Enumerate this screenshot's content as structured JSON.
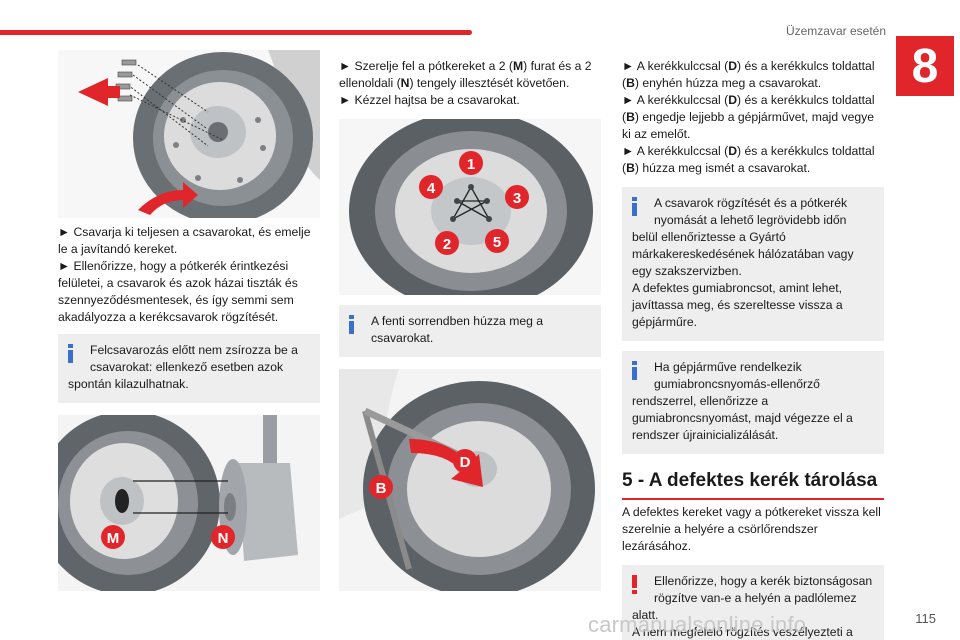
{
  "header": {
    "title": "Üzemzavar esetén",
    "chapter": "8"
  },
  "col1": {
    "p1": "► Csavarja ki teljesen a csavarokat, és emelje le a javítandó kereket.",
    "p2": "► Ellenőrizze, hogy a pótkerék érintkezési felületei, a csavarok és azok házai tiszták és szennyeződésmentesek, és így semmi sem akadályozza a kerékcsavarok rögzítését.",
    "note_first": "Felcsavarozás előtt nem zsírozza be a",
    "note_rest": "csavarokat: ellenkező esetben azok spontán kilazulhatnak.",
    "fig2_labels": [
      "M",
      "N"
    ]
  },
  "col2": {
    "p1_a": "► Szerelje fel a pótkereket a 2 (",
    "p1_b": "M",
    "p1_c": ") furat és a 2 ellenoldali (",
    "p1_d": "N",
    "p1_e": ") tengely illesztését követően.",
    "p2": "► Kézzel hajtsa be a csavarokat.",
    "fig1_labels": [
      "1",
      "2",
      "3",
      "4",
      "5"
    ],
    "note_first": "A fenti sorrendben húzza meg a",
    "note_rest": "csavarokat.",
    "fig2_labels": [
      "B",
      "D"
    ]
  },
  "col3": {
    "s1_a": "► A kerékkulccsal (",
    "s1_b": "D",
    "s1_c": ") és a kerékkulcs toldattal (",
    "s1_d": "B",
    "s1_e": ") enyhén húzza meg a csavarokat.",
    "s2_a": "► A kerékkulccsal (",
    "s2_b": "D",
    "s2_c": ") és a kerékkulcs toldattal (",
    "s2_d": "B",
    "s2_e": ") engedje lejjebb a gépjárművet, majd vegye ki az emelőt.",
    "s3_a": "► A kerékkulccsal (",
    "s3_b": "D",
    "s3_c": ") és a kerékkulcs toldattal (",
    "s3_d": "B",
    "s3_e": ") húzza meg ismét a csavarokat.",
    "note1_first": "A csavarok rögzítését és a pótkerék",
    "note1_rest": "nyomását a lehető legrövidebb időn belül ellenőriztesse a Gyártó márkakereskedésének hálózatában vagy egy szakszervizben.",
    "note1_p2": "A defektes gumiabroncsot, amint lehet, javíttassa meg, és szereltesse vissza a gépjárműre.",
    "note2_first": "Ha gépjárműve rendelkezik",
    "note2_rest": "gumiabroncsnyomás-ellenőrző rendszerrel, ellenőrizze a gumiabroncsnyomást, majd végezze el a rendszer újrainicializálását.",
    "heading": "5 - A defektes kerék tárolása",
    "p_body": "A defektes kereket vagy a pótkereket vissza kell szerelnie a helyére a csörlőrendszer lezárásához.",
    "warn_first": "Ellenőrizze, hogy a kerék biztonságosan",
    "warn_rest": "rögzítve van-e a helyén a padlólemez alatt.",
    "warn_p2": "A nem megfelelő rögzítés veszélyezteti a biztonságot."
  },
  "footer": {
    "page": "115",
    "watermark": "carmanualsonline.info"
  },
  "colors": {
    "accent": "#e0262b",
    "info": "#3a6fcc",
    "note_bg": "#eeeeee"
  },
  "icons": [
    "info-icon",
    "warning-icon",
    "arrow-icon"
  ]
}
